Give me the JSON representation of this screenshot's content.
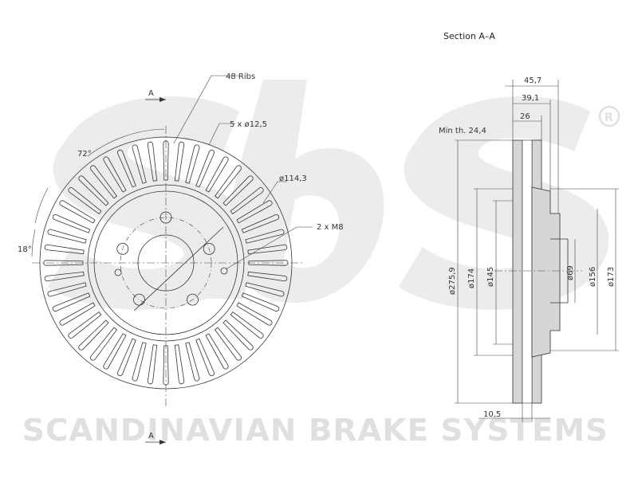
{
  "watermark": {
    "brand_text": "SCANDINAVIAN BRAKE SYSTEMS",
    "logo": "sbs"
  },
  "front_view": {
    "rib_count_label": "48 Ribs",
    "rib_count": 48,
    "bolt_label": "5 x ø12,5",
    "bolt_count": 5,
    "pcd_label": "ø114,3",
    "thread_label": "2 x M8",
    "angle_72_label": "72°",
    "angle_18_label": "18°",
    "section_marker_top": "A",
    "section_marker_bottom": "A"
  },
  "section_view": {
    "title": "Section A–A",
    "min_thickness_label": "Min th. 24,4",
    "dims_top": [
      "45,7",
      "39,1",
      "26"
    ],
    "dims_vertical": [
      "ø275,9",
      "ø174",
      "ø145",
      "ø69",
      "ø156",
      "ø173"
    ],
    "dim_bottom": "10,5"
  },
  "colors": {
    "line": "#333333",
    "hatch": "#d6d6d6",
    "watermark": "#e0e0e0"
  }
}
